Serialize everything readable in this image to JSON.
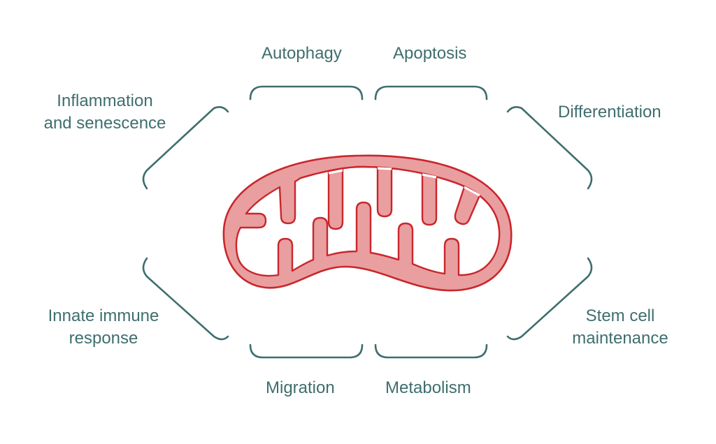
{
  "labels": {
    "autophagy": "Autophagy",
    "apoptosis": "Apoptosis",
    "inflammation": {
      "line1": "Inflammation",
      "line2": "and senescence"
    },
    "differentiation": "Differentiation",
    "innate": {
      "line1": "Innate immune",
      "line2": "response"
    },
    "stem": {
      "line1": "Stem cell",
      "line2": "maintenance"
    },
    "migration": "Migration",
    "metabolism": "Metabolism"
  },
  "colors": {
    "label_text": "#3f6e6e",
    "bracket": "#3f6e6e",
    "mito_outline": "#c9262c",
    "mito_fill": "#e99e9f",
    "matrix_fill": "#ffffff"
  },
  "icons": {
    "center": "mitochondrion-icon"
  }
}
